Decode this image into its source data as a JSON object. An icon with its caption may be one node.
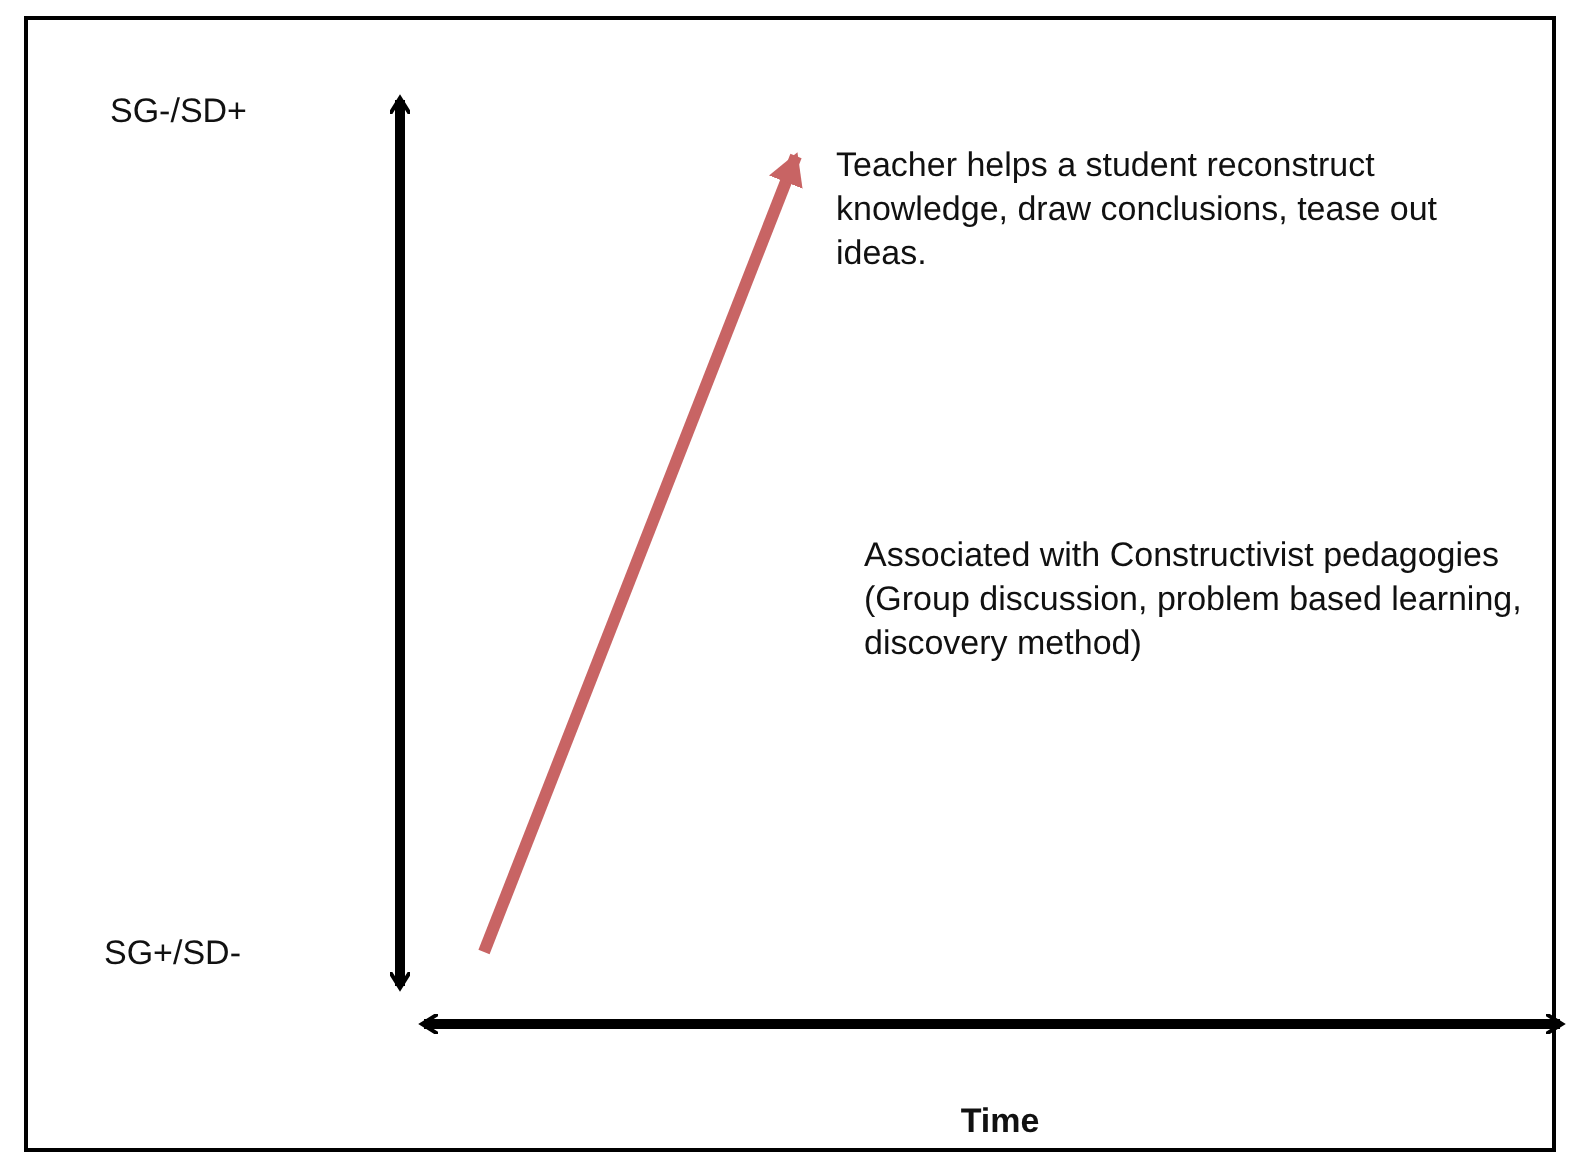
{
  "diagram": {
    "labels": [
      "SG-/SD+",
      "Teacher helps a student reconstruct knowledge, draw conclusions, tease out ideas.",
      "Associated with Constructivist pedagogies (Group discussion, problem based learning, discovery method)",
      "SG+/SD-",
      "Time"
    ]
  }
}
